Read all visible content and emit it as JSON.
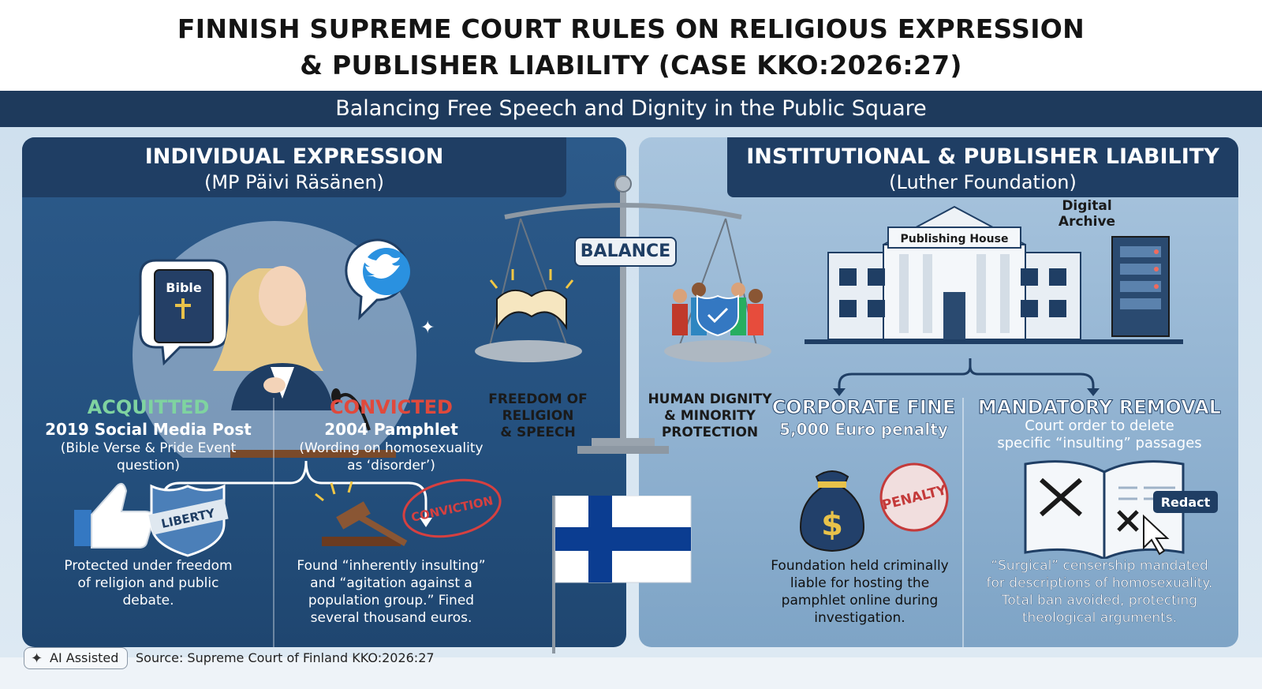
{
  "title": {
    "line1": "FINNISH SUPREME COURT RULES ON RELIGIOUS EXPRESSION",
    "line2": "& PUBLISHER LIABILITY (CASE KKO:2026:27)"
  },
  "subtitle": "Balancing Free Speech and Dignity in the Public Square",
  "left_panel": {
    "heading": "INDIVIDUAL EXPRESSION",
    "subheading": "(MP Päivi Räsänen)",
    "bible_label": "Bible",
    "acquitted": {
      "status": "ACQUITTED",
      "item": "2019 Social Media Post",
      "detail_line1": "(Bible Verse & Pride Event",
      "detail_line2": "question)",
      "badge": "LIBERTY",
      "body_line1": "Protected under freedom",
      "body_line2": "of religion and public",
      "body_line3": "debate."
    },
    "convicted": {
      "status": "CONVICTED",
      "item": "2004 Pamphlet",
      "detail_line1": "(Wording on homosexuality",
      "detail_line2": "as ‘disorder’)",
      "stamp": "CONVICTION",
      "body_line1": "Found “inherently insulting”",
      "body_line2": "and “agitation against a",
      "body_line3": "population group.” Fined",
      "body_line4": "several thousand euros."
    }
  },
  "center": {
    "balance": "BALANCE",
    "left_pan_label_line1": "FREEDOM OF",
    "left_pan_label_line2": "RELIGION",
    "left_pan_label_line3": "& SPEECH",
    "right_pan_label_line1": "HUMAN DIGNITY",
    "right_pan_label_line2": "& MINORITY",
    "right_pan_label_line3": "PROTECTION"
  },
  "right_panel": {
    "heading": "INSTITUTIONAL & PUBLISHER LIABILITY",
    "subheading": "(Luther Foundation)",
    "building_label": "Publishing House",
    "archive_label_line1": "Digital",
    "archive_label_line2": "Archive",
    "fine": {
      "status": "CORPORATE FINE",
      "item": "5,000 Euro penalty",
      "stamp": "PENALTY",
      "body_line1": "Foundation held criminally",
      "body_line2": "liable for hosting the",
      "body_line3": "pamphlet online during",
      "body_line4": "investigation."
    },
    "removal": {
      "status": "MANDATORY REMOVAL",
      "detail_line1": "Court order to delete",
      "detail_line2": "specific “insulting” passages",
      "redact_label": "Redact",
      "body_line1": "“Surgical” censership mandated",
      "body_line2": "for descriptions of homosexuality.",
      "body_line3": "Total ban avoided, protecting",
      "body_line4": "theological arguments."
    }
  },
  "footer": {
    "badge": "AI Assisted",
    "source": "Source: Supreme Court of Finland KKO:2026:27"
  },
  "colors": {
    "navy": "#1f3e64",
    "acquitted_green": "#7fd3a0",
    "convicted_red": "#e0493c",
    "finland_blue": "#0b3d91"
  },
  "icons": [
    "bible-icon",
    "twitter-bird-icon",
    "thumbs-up-icon",
    "shield-icon",
    "gavel-icon",
    "scales-icon",
    "open-book-icon",
    "people-shield-icon",
    "building-icon",
    "server-icon",
    "money-bag-icon",
    "redacted-book-icon",
    "cursor-icon",
    "finland-flag-icon",
    "sparkle-icon"
  ]
}
